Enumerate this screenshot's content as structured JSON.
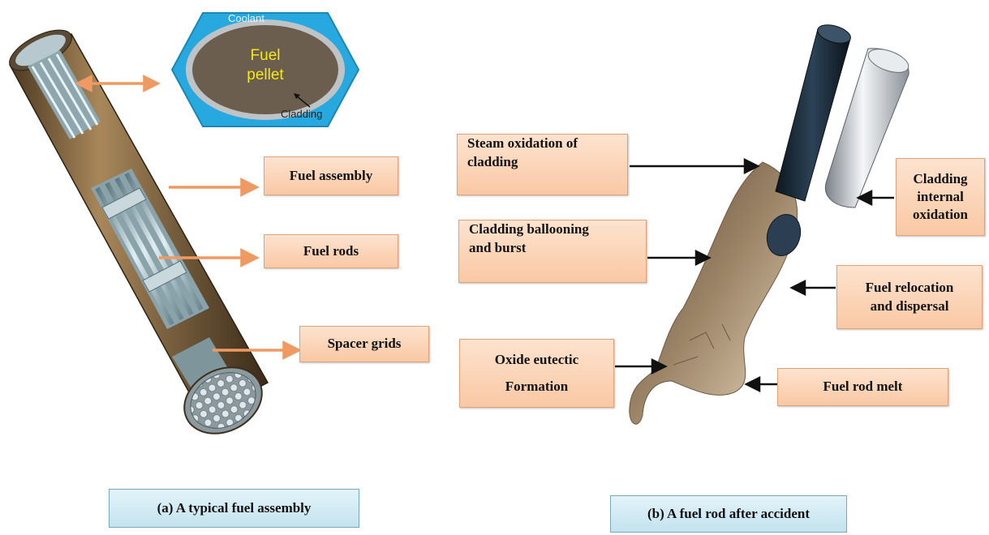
{
  "inset": {
    "coolant_label": "Coolant",
    "pellet_line1": "Fuel",
    "pellet_line2": "pellet",
    "cladding_label": "Cladding"
  },
  "panel_a": {
    "labels": {
      "fuel_assembly": "Fuel assembly",
      "fuel_rods": "Fuel rods",
      "spacer_grids": "Spacer grids"
    },
    "caption": "(a) A typical fuel assembly"
  },
  "panel_b": {
    "labels": {
      "steam_oxidation_line1": "Steam oxidation of",
      "steam_oxidation_line2": "cladding",
      "ballooning_line1": "Cladding ballooning",
      "ballooning_line2": "and burst",
      "oxide_line1": "Oxide eutectic",
      "oxide_line2": "Formation",
      "internal_line1": "Cladding",
      "internal_line2": "internal",
      "internal_line3": "oxidation",
      "relocation_line1": "Fuel relocation",
      "relocation_line2": "and dispersal",
      "melt": "Fuel rod melt"
    },
    "caption": "(b) A fuel rod after accident"
  },
  "colors": {
    "orange_arrow": "#ef9a62",
    "coolant_blue": "#27a9df",
    "pellet_brown": "#6b5e4f",
    "pellet_text": "#f4e81a",
    "label_fill": "#fbd4b4",
    "caption_fill": "#cfe9f2"
  }
}
